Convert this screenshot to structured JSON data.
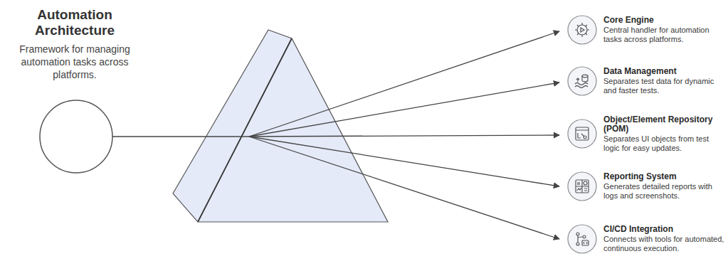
{
  "diagram": {
    "title": "Automation Architecture",
    "nodes": [
      {
        "text": [
          "Core Engine",
          "Central handler for automation tasks across platforms."
        ]
      },
      {
        "text": [
          "Data Management",
          "Separates test data for dynamic and faster tests."
        ]
      },
      {
        "text": [
          "Object/Element Repository (POM)",
          "Separates UI objects from test logic for easy updates."
        ]
      },
      {
        "text": [
          "Reporting System",
          "Generates detailed reports with logs and screenshots."
        ]
      },
      {
        "text": [
          "CI/CD Integration",
          "Connects with tools for automated, continuous execution."
        ]
      }
    ],
    "labels": [
      "Framework for managing automation tasks across platforms."
    ]
  }
}
